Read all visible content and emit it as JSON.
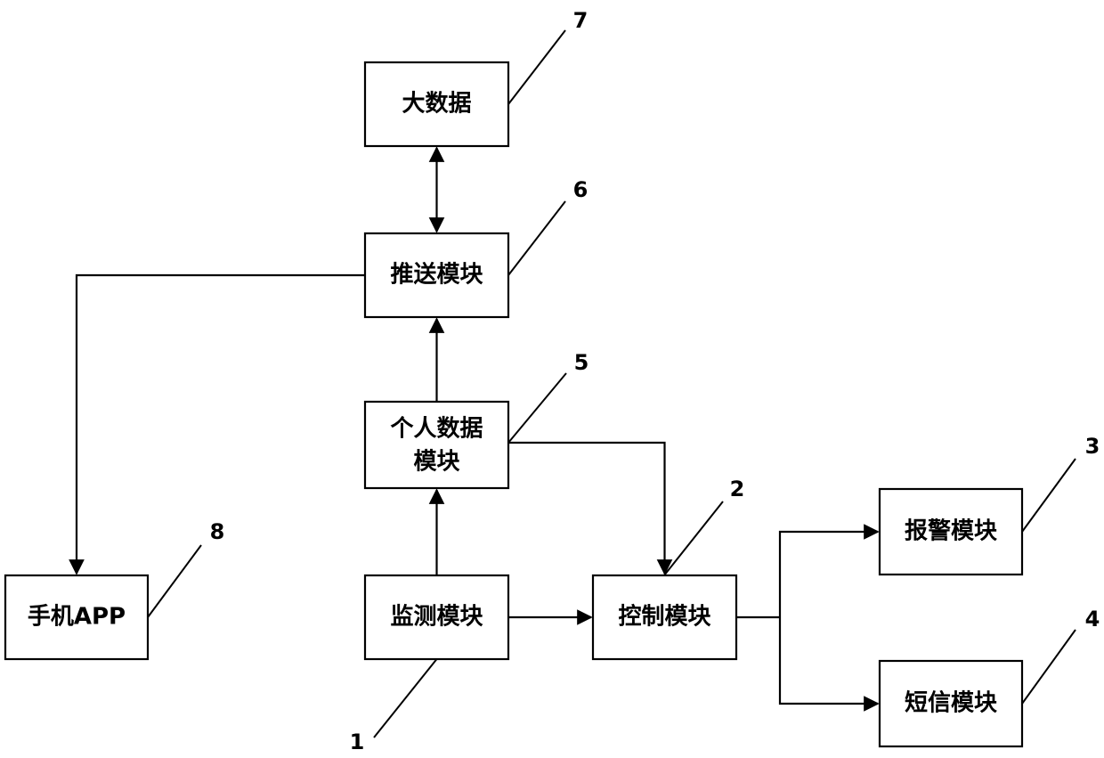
{
  "modules": {
    "big_data": "大数据",
    "push": "推送模块",
    "personal_data_line1": "个人数据",
    "personal_data_line2": "模块",
    "phone_app": "手机APP",
    "monitor": "监测模块",
    "control": "控制模块",
    "alarm": "报警模块",
    "sms": "短信模块"
  },
  "refs": {
    "monitor": "1",
    "control": "2",
    "alarm": "3",
    "sms": "4",
    "personal_data": "5",
    "push": "6",
    "big_data": "7",
    "phone_app": "8"
  },
  "colors": {
    "stroke": "#000000",
    "background": "#ffffff"
  }
}
